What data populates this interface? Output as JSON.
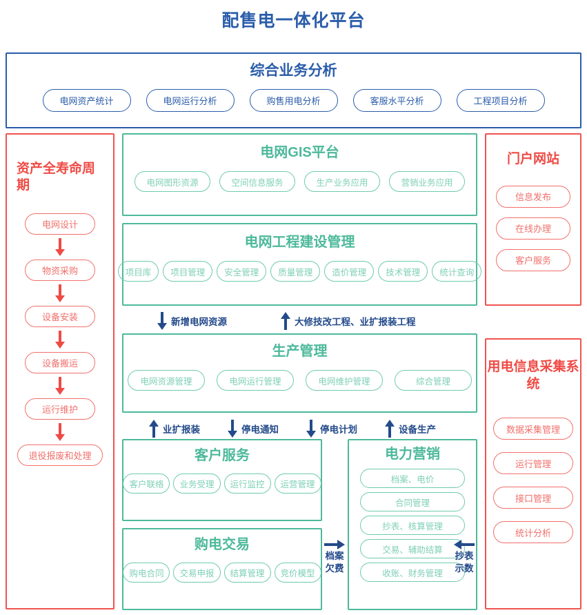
{
  "page": {
    "title": "配售电一体化平台",
    "colors": {
      "blue": "#2a5caa",
      "green": "#4db99a",
      "green_pill": "#7fd0b7",
      "red": "#ef4b45",
      "arrow_blue": "#234a8a",
      "arrow_red": "#ef4b45",
      "background": "#ffffff"
    }
  },
  "top_panel": {
    "title": "综合业务分析",
    "items": [
      {
        "label": "电网资产统计"
      },
      {
        "label": "电网运行分析"
      },
      {
        "label": "购售用电分析"
      },
      {
        "label": "客服水平分析"
      },
      {
        "label": "工程项目分析"
      }
    ]
  },
  "left_column": {
    "title": "资产全寿命周期",
    "steps": [
      {
        "label": "电网设计"
      },
      {
        "label": "物资采购"
      },
      {
        "label": "设备安装"
      },
      {
        "label": "设备搬运"
      },
      {
        "label": "运行维护"
      },
      {
        "label": "退役报废和处理"
      }
    ]
  },
  "gis_panel": {
    "title": "电网GIS平台",
    "items": [
      {
        "label": "电网图形资源"
      },
      {
        "label": "空间信息服务"
      },
      {
        "label": "生产业务应用"
      },
      {
        "label": "营销业务应用"
      }
    ]
  },
  "engineering_panel": {
    "title": "电网工程建设管理",
    "items": [
      {
        "label": "项目库"
      },
      {
        "label": "项目管理"
      },
      {
        "label": "安全管理"
      },
      {
        "label": "质量管理"
      },
      {
        "label": "造价管理"
      },
      {
        "label": "技术管理"
      },
      {
        "label": "统计查询"
      }
    ]
  },
  "production_panel": {
    "title": "生产管理",
    "items": [
      {
        "label": "电网资源管理"
      },
      {
        "label": "电网运行管理"
      },
      {
        "label": "电网维护管理"
      },
      {
        "label": "综合管理"
      }
    ]
  },
  "customer_panel": {
    "title": "客户服务",
    "items": [
      {
        "label": "客户联络"
      },
      {
        "label": "业务受理"
      },
      {
        "label": "运行监控"
      },
      {
        "label": "运营管理"
      }
    ]
  },
  "purchase_panel": {
    "title": "购电交易",
    "items": [
      {
        "label": "购电合同"
      },
      {
        "label": "交易申报"
      },
      {
        "label": "结算管理"
      },
      {
        "label": "竞价模型"
      }
    ]
  },
  "marketing_panel": {
    "title": "电力营销",
    "items": [
      {
        "label": "档案、电价"
      },
      {
        "label": "合同管理"
      },
      {
        "label": "抄表、核算管理"
      },
      {
        "label": "交易、辅助结算"
      },
      {
        "label": "收账、财务管理"
      }
    ]
  },
  "portal_column": {
    "title": "门户网站",
    "items": [
      {
        "label": "信息发布"
      },
      {
        "label": "在线办理"
      },
      {
        "label": "客户服务"
      }
    ]
  },
  "meter_column": {
    "title": "用电信息采集系统",
    "items": [
      {
        "label": "数据采集管理"
      },
      {
        "label": "运行管理"
      },
      {
        "label": "接口管理"
      },
      {
        "label": "统计分析"
      }
    ]
  },
  "flows": [
    {
      "id": "new-resource",
      "direction": "down",
      "label": "新增电网资源"
    },
    {
      "id": "overhaul",
      "direction": "up",
      "label": "大修技改工程、业扩报装工程"
    },
    {
      "id": "expand",
      "direction": "up",
      "label": "业扩报装"
    },
    {
      "id": "outage-notice",
      "direction": "down",
      "label": "停电通知"
    },
    {
      "id": "outage-plan",
      "direction": "down",
      "label": "停电计划"
    },
    {
      "id": "equipment",
      "direction": "up",
      "label": "设备生产"
    },
    {
      "id": "archive-debt",
      "direction": "right",
      "label_line1": "档案",
      "label_line2": "欠费"
    },
    {
      "id": "meter-reading",
      "direction": "left",
      "label_line1": "抄表",
      "label_line2": "示数"
    }
  ]
}
